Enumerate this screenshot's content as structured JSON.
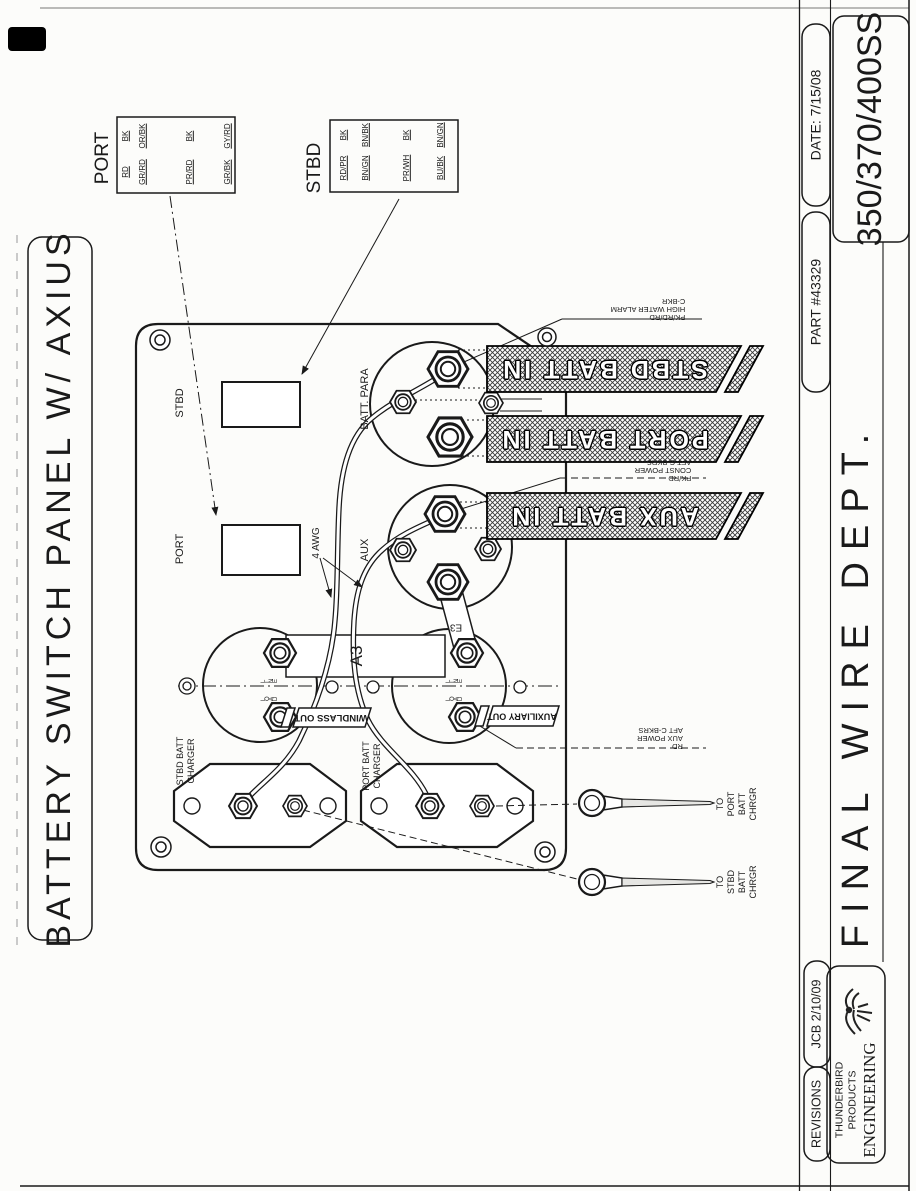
{
  "title_block": {
    "panel_title": "BATTERY SWITCH PANEL W/ AXIUS",
    "model": "350/370/400SS",
    "date": "DATE: 7/15/08",
    "part": "PART #43329",
    "dept": "FINAL WIRE DEPT.",
    "revisions_label": "REVISIONS",
    "revision_entry": "JCB 2/10/09",
    "company_lines": [
      "THUNDERBIRD",
      "PRODUCTS",
      "ENGINEERING"
    ],
    "logo": "thunderbird-eagle-logo"
  },
  "wire_tables": {
    "port": {
      "title": "PORT",
      "rows": [
        [
          "BK",
          "OR/BK",
          "BK",
          "GY/RD"
        ],
        [
          "RD",
          "GR/RD",
          "PR/RD",
          "GR/BK"
        ]
      ]
    },
    "stbd": {
      "title": "STBD",
      "rows": [
        [
          "BK",
          "BN/BK",
          "BK",
          "BN/GN"
        ],
        [
          "RD/PR",
          "BN/GN",
          "PR/WH",
          "BU/BK"
        ]
      ]
    }
  },
  "diagram": {
    "connectors": {
      "stbd": "STBD",
      "port": "PORT"
    },
    "switch_labels": {
      "batt_para": "BATT. PARA",
      "aux": "AUX"
    },
    "wire_gauge": "4 AWG",
    "banners": {
      "stbd_in": "STBD BATT IN",
      "port_in": "PORT BATT IN",
      "aux_in": "AUX BATT IN",
      "windlass_out": "WINDLASS OUT",
      "auxiliary_out": "AUXILIARY OUT"
    },
    "bus_labels": {
      "a3": "A3",
      "e3": "E3"
    },
    "switch_marks": {
      "line": "LINE",
      "load": "LOAD"
    },
    "wire_notes": {
      "high_water": [
        "PK/RD/RD",
        "HIGH WATER ALARM",
        "C-BKR"
      ],
      "const_power": [
        "PK/RD",
        "CONST POWER",
        "AFT C-BKRS"
      ],
      "aux_power": [
        "RD",
        "AUX POWER",
        "AFT C-BKRS"
      ]
    },
    "chargers": {
      "stbd": [
        "STBD BATT",
        "CHARGER"
      ],
      "port": [
        "PORT BATT",
        "CHARGER"
      ]
    },
    "ring_labels": {
      "to_port": [
        "TO",
        "PORT",
        "BATT",
        "CHRGR"
      ],
      "to_stbd": [
        "TO",
        "STBD",
        "BATT",
        "CHRGR"
      ]
    }
  }
}
